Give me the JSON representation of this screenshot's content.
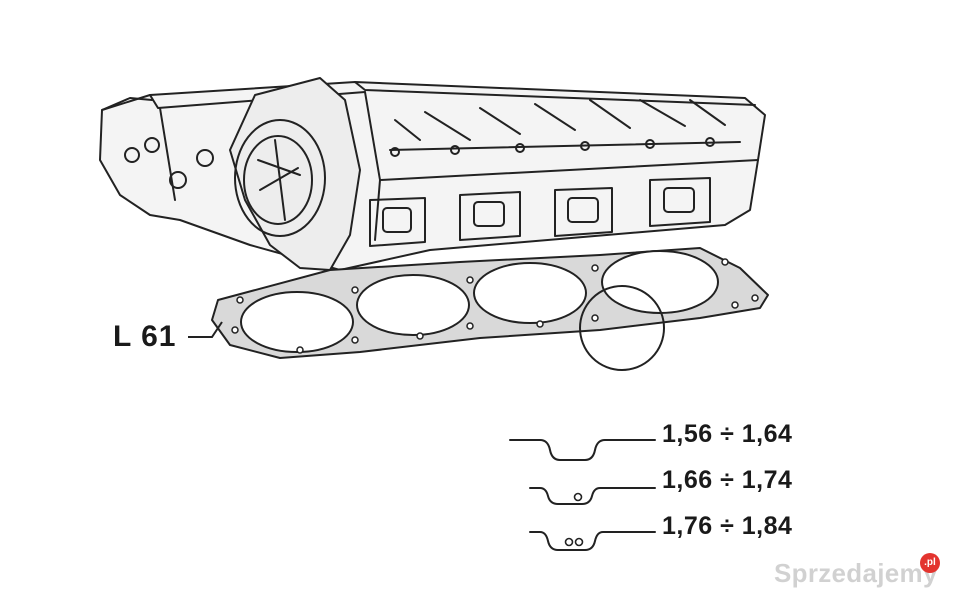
{
  "diagram": {
    "part_label": "L 61",
    "thickness_specs": [
      {
        "range": "1,56 ÷ 1,64",
        "notches": 0
      },
      {
        "range": "1,66 ÷ 1,74",
        "notches": 1
      },
      {
        "range": "1,76 ÷ 1,84",
        "notches": 2
      }
    ]
  },
  "watermark": {
    "text": "Sprzedajemy",
    "badge": ".pl"
  }
}
